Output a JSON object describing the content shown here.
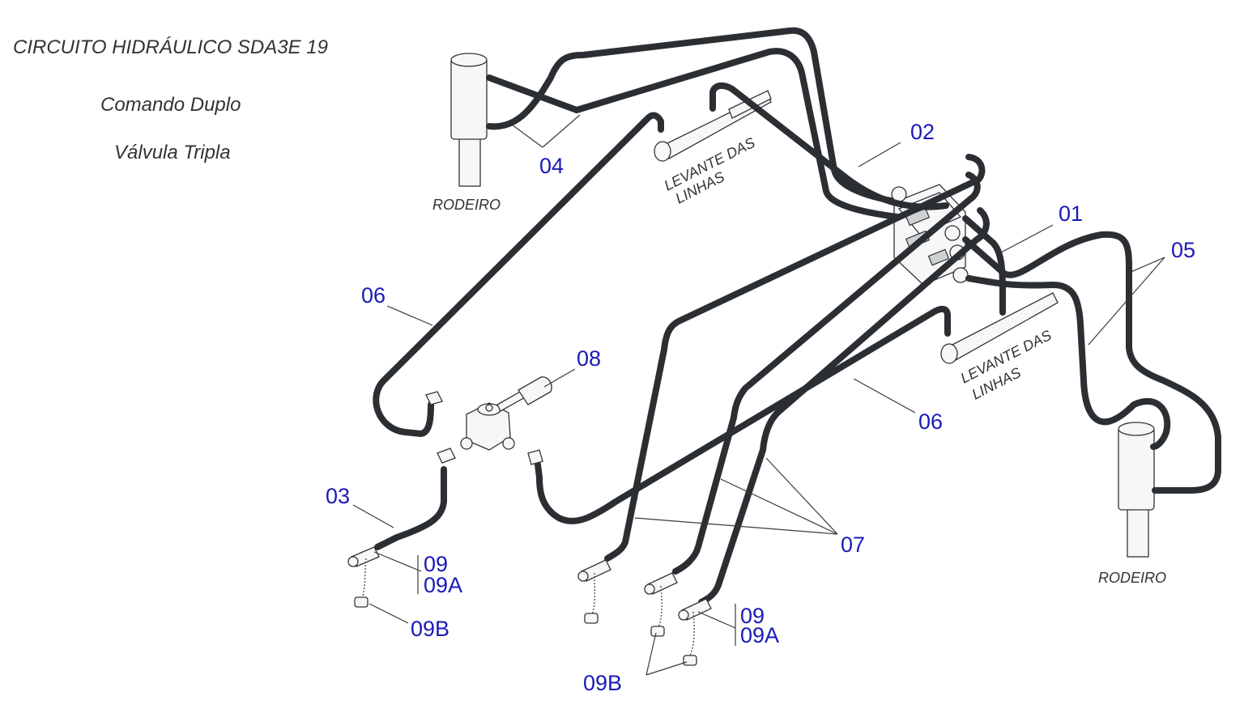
{
  "title": "CIRCUITO HIDRÁULICO SDA3E 19",
  "subtitle_1": "Comando Duplo",
  "subtitle_2": "Válvula Tripla",
  "component_labels": {
    "rodeiro_left": "RODEIRO",
    "rodeiro_right": "RODEIRO",
    "levante_left_1": "LEVANTE DAS",
    "levante_left_2": "LINHAS",
    "levante_right_1": "LEVANTE DAS",
    "levante_right_2": "LINHAS"
  },
  "callouts": {
    "c01": "01",
    "c02": "02",
    "c03": "03",
    "c04": "04",
    "c05": "05",
    "c06_left": "06",
    "c06_right": "06",
    "c07": "07",
    "c08": "08",
    "c09_left": "09",
    "c09a_left": "09A",
    "c09b_left": "09B",
    "c09_right": "09",
    "c09a_right": "09A",
    "c09b_bottom": "09B"
  },
  "colors": {
    "hose": "#2b2f33",
    "callout": "#1a1ab8",
    "text": "#333333"
  }
}
